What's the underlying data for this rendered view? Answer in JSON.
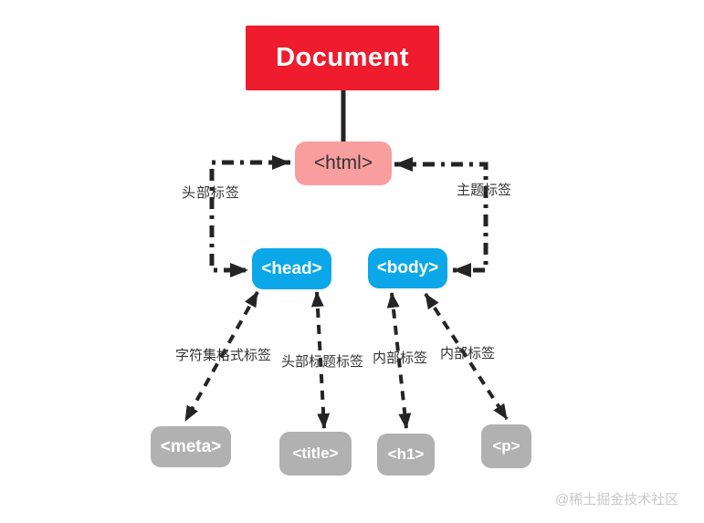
{
  "nodes": {
    "document": {
      "label": "Document"
    },
    "html": {
      "label": "<html>"
    },
    "head": {
      "label": "<head>"
    },
    "body": {
      "label": "<body>"
    },
    "meta": {
      "label": "<meta>"
    },
    "title": {
      "label": "<title>"
    },
    "h1": {
      "label": "<h1>"
    },
    "p": {
      "label": "<p>"
    }
  },
  "edge_labels": {
    "head_link": {
      "label": "头部标签"
    },
    "body_link": {
      "label": "主题标签"
    },
    "meta_link": {
      "label": "字符集格式标签"
    },
    "title_link": {
      "label": "头部标题标签"
    },
    "h1_link": {
      "label": "内部标签"
    },
    "p_link": {
      "label": "内部标签"
    }
  },
  "watermark": {
    "label": "@稀土掘金技术社区"
  },
  "colors": {
    "document_red": "#ee1c2d",
    "html_pink": "#f99e9e",
    "tag_blue": "#0ba7e9",
    "leaf_gray": "#b1b1b1",
    "edge_black": "#242424",
    "label_text": "#333333",
    "watermark_gray": "#c9c9c9"
  }
}
